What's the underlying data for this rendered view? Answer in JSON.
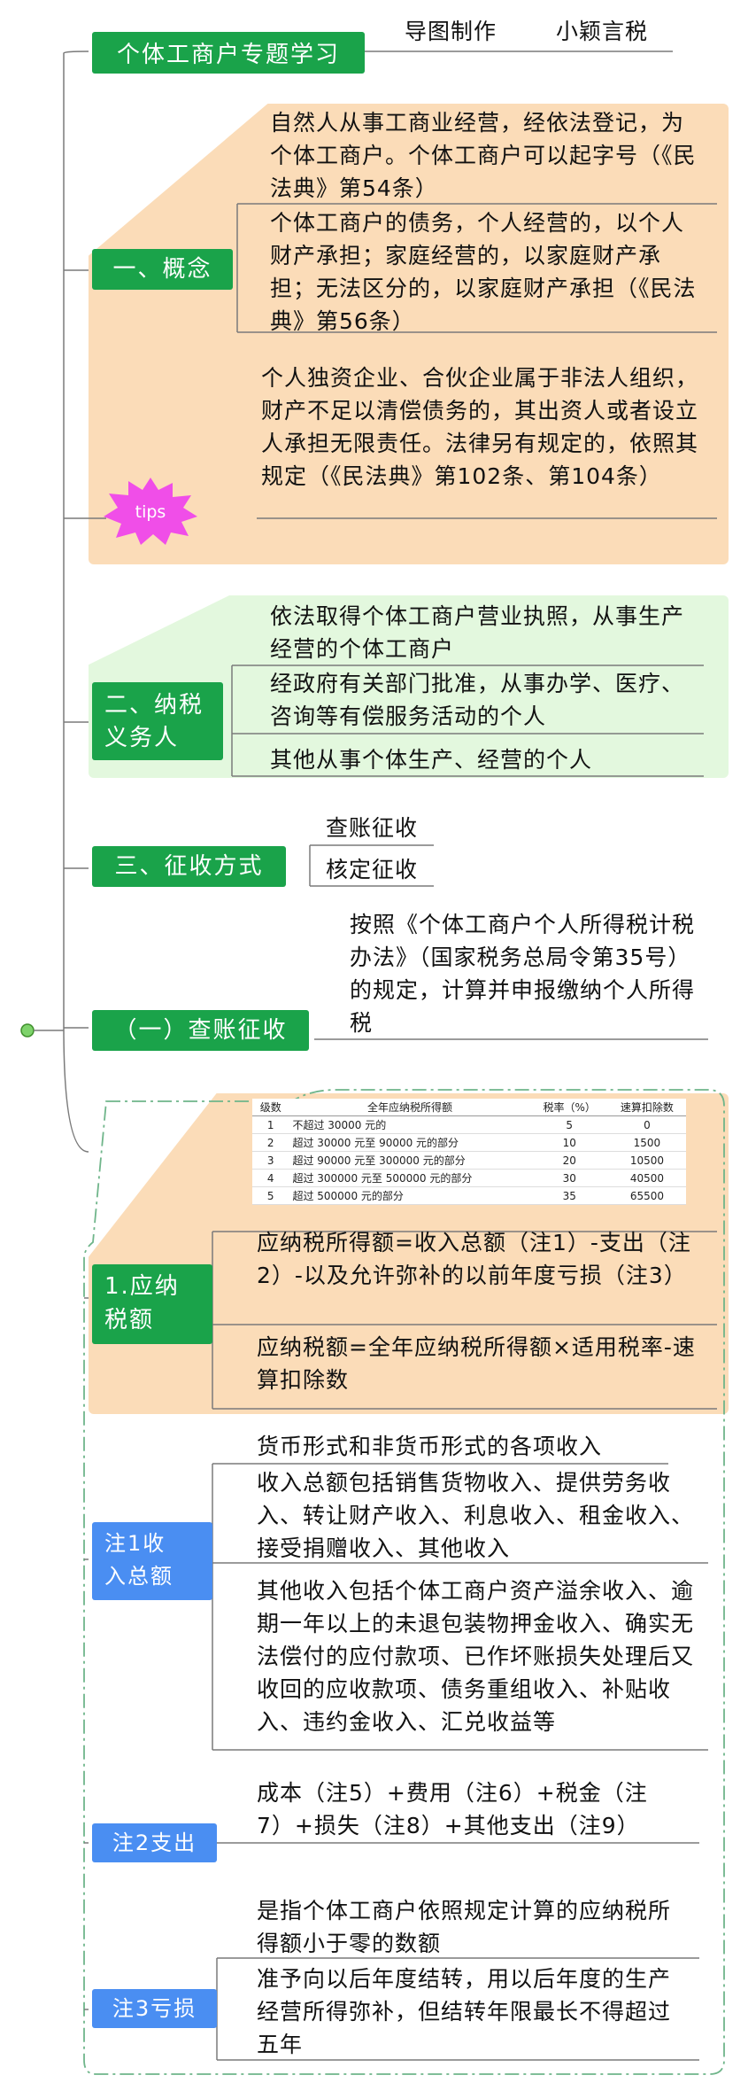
{
  "title": "个体工商户专题学习",
  "credit_left": "导图制作",
  "credit_right": "小颖言税",
  "tips_label": "tips",
  "sections": {
    "concept": {
      "label": "一、概念",
      "items": [
        "自然人从事工商业经营，经依法登记，为个体工商户。个体工商户可以起字号（《民法典》第54条）",
        "个体工商户的债务，个人经营的，以个人财产承担；家庭经营的，以家庭财产承担；无法区分的，以家庭财产承担（《民法典》第56条）"
      ],
      "tip": "个人独资企业、合伙企业属于非法人组织，财产不足以清偿债务的，其出资人或者设立人承担无限责任。法律另有规定的，依照其规定（《民法典》第102条、第104条）"
    },
    "taxpayer": {
      "label_line1": "二、纳税",
      "label_line2": "义务人",
      "items": [
        "依法取得个体工商户营业执照，从事生产经营的个体工商户",
        "经政府有关部门批准，从事办学、医疗、咨询等有偿服务活动的个人",
        "其他从事个体生产、经营的个人"
      ]
    },
    "collection": {
      "label": "三、征收方式",
      "items": [
        "查账征收",
        "核定征收"
      ]
    },
    "audit": {
      "label": "（一）查账征收",
      "desc": "按照《个体工商户个人所得税计税办法》（国家税务总局令第35号）的规定，计算并申报缴纳个人所得税"
    },
    "tax": {
      "label_line1": "1.应纳",
      "label_line2": "税额",
      "formula1": "应纳税所得额=收入总额（注1）-支出（注2）-以及允许弥补的以前年度亏损（注3）",
      "formula2": "应纳税额=全年应纳税所得额×适用税率-速算扣除数"
    },
    "note1": {
      "label_line1": "注1收",
      "label_line2": "入总额",
      "items": [
        "货币形式和非货币形式的各项收入",
        "收入总额包括销售货物收入、提供劳务收入、转让财产收入、利息收入、租金收入、接受捐赠收入、其他收入",
        "其他收入包括个体工商户资产溢余收入、逾期一年以上的未退包装物押金收入、确实无法偿付的应付款项、已作坏账损失处理后又收回的应收款项、债务重组收入、补贴收入、违约金收入、汇兑收益等"
      ]
    },
    "note2": {
      "label": "注2支出",
      "text": "成本（注5）+费用（注6）+税金（注7）+损失（注8）+其他支出（注9）"
    },
    "note3": {
      "label": "注3亏损",
      "items": [
        "是指个体工商户依照规定计算的应纳税所得额小于零的数额",
        "准予向以后年度结转，用以后年度的生产经营所得弥补，但结转年限最长不得超过五年"
      ]
    }
  },
  "rate_table": {
    "headers": [
      "级数",
      "全年应纳税所得额",
      "税率（%）",
      "速算扣除数"
    ],
    "rows": [
      [
        "1",
        "不超过 30000 元的",
        "5",
        "0"
      ],
      [
        "2",
        "超过 30000 元至 90000 元的部分",
        "10",
        "1500"
      ],
      [
        "3",
        "超过 90000 元至 300000 元的部分",
        "20",
        "10500"
      ],
      [
        "4",
        "超过 300000 元至 500000 元的部分",
        "30",
        "40500"
      ],
      [
        "5",
        "超过 500000 元的部分",
        "35",
        "65500"
      ]
    ]
  },
  "colors": {
    "green": "#1aa34a",
    "blue": "#4a8ef2",
    "orange_bg": "#fbdcb8",
    "green_bg": "#e3f8de",
    "tips": "#f04ee8"
  }
}
